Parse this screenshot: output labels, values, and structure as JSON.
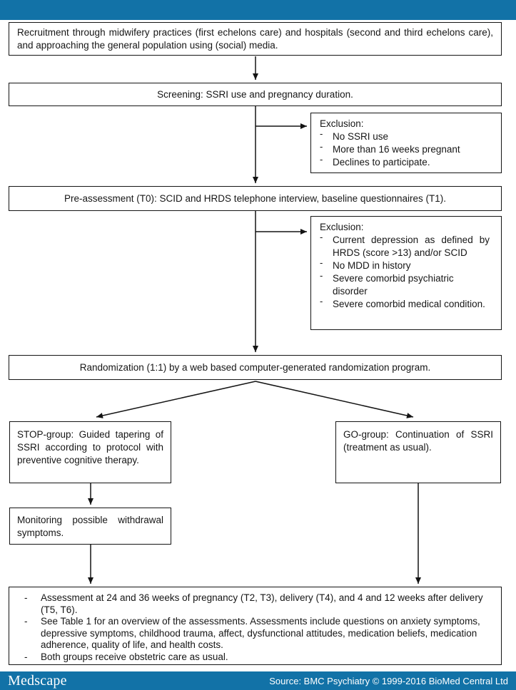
{
  "ui": {
    "dash": "-",
    "colors": {
      "bar_blue": "#1272a7",
      "line": "#141414"
    }
  },
  "flowchart": {
    "recruitment": "Recruitment through midwifery practices (first echelons care) and hospitals (second and third echelons care), and approaching the general population using (social) media.",
    "screening": "Screening: SSRI use and pregnancy duration.",
    "exclusion1": {
      "title": "Exclusion:",
      "items": [
        "No SSRI use",
        "More than 16 weeks pregnant",
        "Declines to participate."
      ]
    },
    "pre_assessment": "Pre-assessment (T0): SCID and HRDS telephone interview, baseline questionnaires (T1).",
    "exclusion2": {
      "title": "Exclusion:",
      "items": [
        "Current depression as defined by HRDS (score >13) and/or SCID",
        "No MDD in history",
        "Severe comorbid psychiatric disorder",
        "Severe comorbid medical condition."
      ]
    },
    "randomization": "Randomization (1:1) by a web based computer-generated randomization program.",
    "stop_group": "STOP-group: Guided tapering of SSRI according to protocol with preventive cognitive therapy.",
    "go_group": "GO-group: Continuation of SSRI (treatment as usual).",
    "monitoring": "Monitoring possible withdrawal symptoms.",
    "assessment_items": [
      "Assessment at 24 and 36 weeks of pregnancy (T2, T3), delivery (T4), and 4 and 12 weeks after delivery (T5, T6).",
      "See Table 1 for an overview of the assessments. Assessments include questions on anxiety symptoms, depressive symptoms, childhood trauma, affect, dysfunctional attitudes, medication beliefs, medication adherence, quality of life, and health costs.",
      "Both groups receive obstetric care as usual."
    ]
  },
  "footer": {
    "logo": "Medscape",
    "source": "Source: BMC Psychiatry © 1999-2016 BioMed Central Ltd"
  }
}
